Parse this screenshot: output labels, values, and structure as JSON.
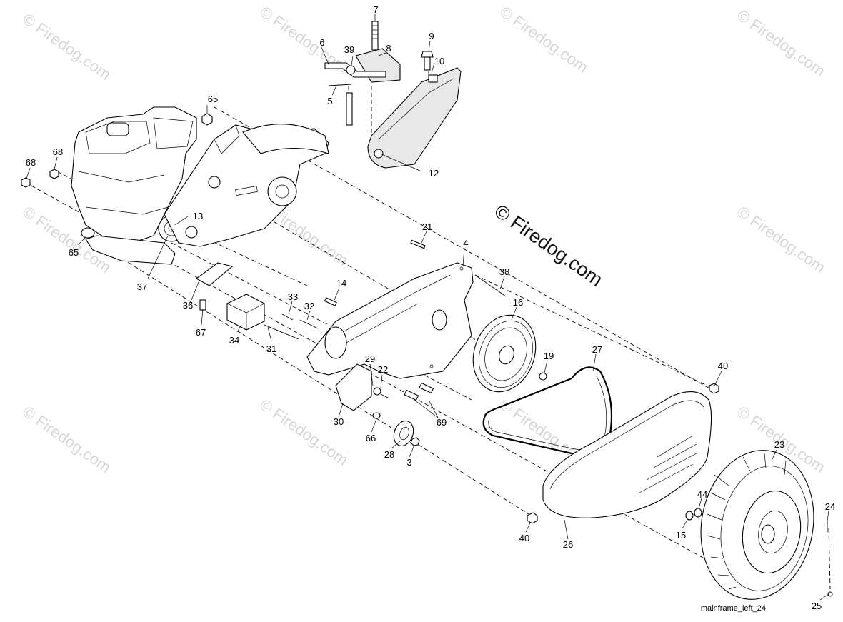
{
  "diagram": {
    "reference": "mainframe_left_24",
    "watermark_small": "© Firedog.com",
    "watermark_large": "© Firedog.com",
    "callouts": {
      "c7": "7",
      "c9": "9",
      "c6": "6",
      "c39": "39",
      "c8": "8",
      "c10": "10",
      "c5": "5",
      "c12": "12",
      "c65a": "65",
      "c68a": "68",
      "c68b": "68",
      "c13": "13",
      "c65b": "65",
      "c37": "37",
      "c21": "21",
      "c4": "4",
      "c38": "38",
      "c14": "14",
      "c16": "16",
      "c33": "33",
      "c32": "32",
      "c36": "36",
      "c67": "67",
      "c34": "34",
      "c31": "31",
      "c19": "19",
      "c27": "27",
      "c29": "29",
      "c22": "22",
      "c40a": "40",
      "c30": "30",
      "c66": "66",
      "c69": "69",
      "c28": "28",
      "c3": "3",
      "c23": "23",
      "c44": "44",
      "c24": "24",
      "c40b": "40",
      "c26": "26",
      "c15": "15",
      "c25": "25"
    }
  }
}
